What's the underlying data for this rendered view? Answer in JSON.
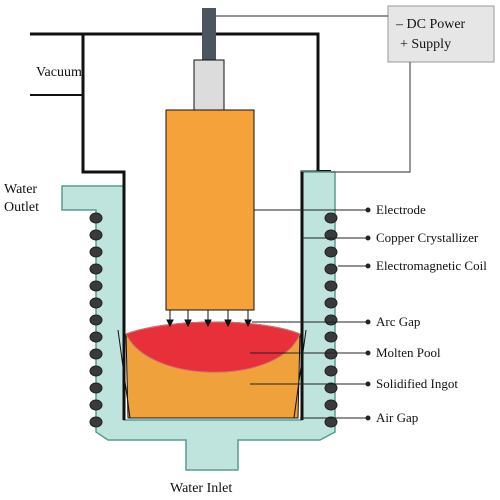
{
  "labels": {
    "power_line1": "– DC Power",
    "power_line2": "+ Supply",
    "vacuum": "Vacuum",
    "water_outlet_line1": "Water",
    "water_outlet_line2": "Outlet",
    "water_inlet": "Water Inlet",
    "electrode": "Electrode",
    "copper_crystallizer": "Copper Crystallizer",
    "electromagnetic_coil": "Electromagnetic Coil",
    "arc_gap": "Arc Gap",
    "molten_pool": "Molten Pool",
    "solidified_ingot": "Solidified Ingot",
    "air_gap": "Air Gap"
  },
  "colors": {
    "electrode": "#F5A23A",
    "ingot": "#EFA13C",
    "molten_pool": "#E8303A",
    "water_jacket": "#BFE3DD",
    "water_jacket_stroke": "#5A9C92",
    "coil": "#3A3A3A",
    "power_box": "#E6E6E6",
    "stem": "#DCDCDC",
    "stem_top": "#4A5560",
    "frame": "#111111"
  }
}
